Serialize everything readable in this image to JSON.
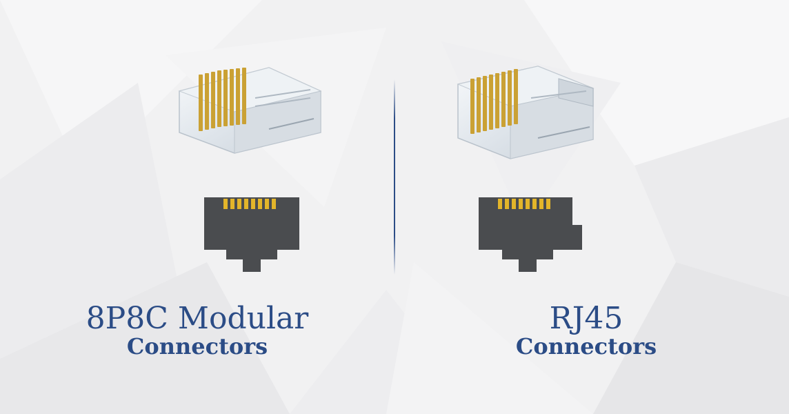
{
  "colors": {
    "title": "#2b4c86",
    "divider": "#2b4c86",
    "jack_body": "#4a4c4f",
    "pins": "#e3b52a",
    "plug_body": "#e2e7ec",
    "plug_pins": "#caa134",
    "background": "#f1f1f2"
  },
  "left": {
    "title": "8P8C Modular",
    "subtitle": "Connectors",
    "pin_count": 8
  },
  "right": {
    "title": "RJ45",
    "subtitle": "Connectors",
    "pin_count": 8
  }
}
